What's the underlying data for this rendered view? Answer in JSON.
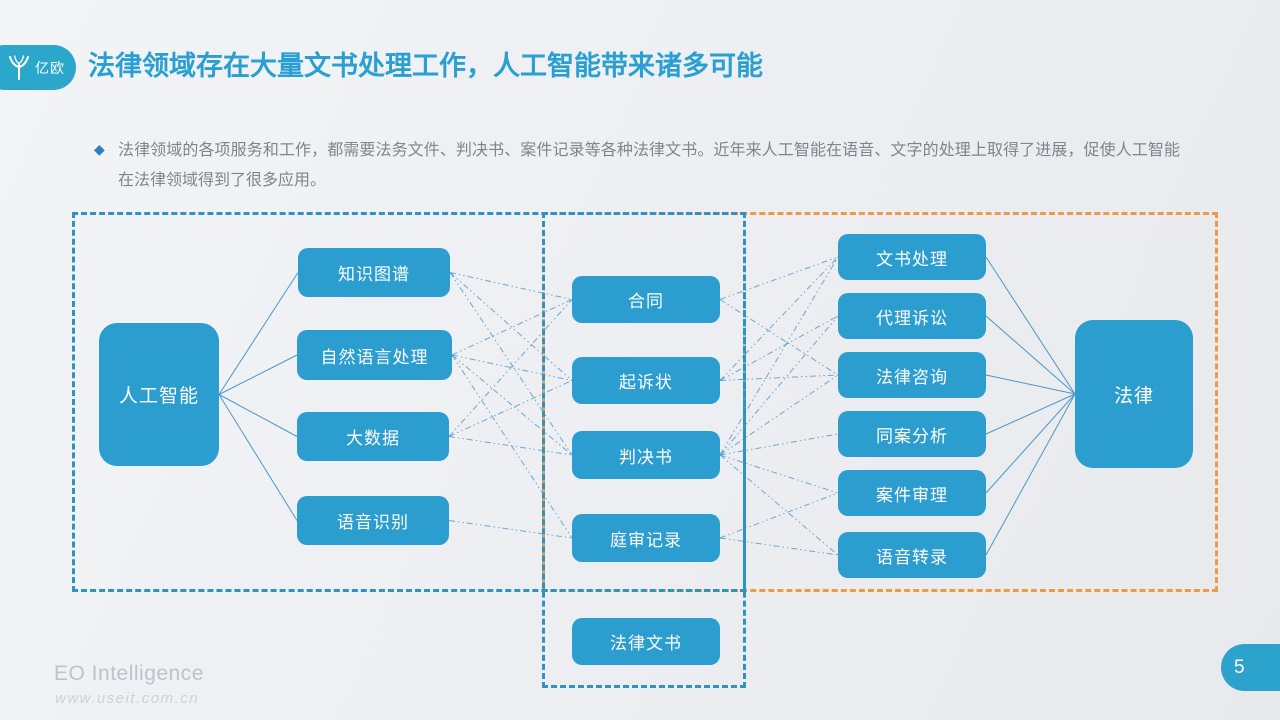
{
  "slide": {
    "logo": {
      "brand": "亿欧"
    },
    "title": "法律领域存在大量文书处理工作，人工智能带来诸多可能",
    "bullet_marker": "◆",
    "bullet": "法律领域的各项服务和工作，都需要法务文件、判决书、案件记录等各种法律文书。近年来人工智能在语音、文字的处理上取得了进展，促使人工智能在法律领域得到了很多应用。",
    "footer": {
      "brand": "EO Intelligence",
      "watermark": "www.useit.com.cn"
    },
    "page_number": "5"
  },
  "colors": {
    "node_blue": "#2b9dcf",
    "dashed_blue": "#2e93c0",
    "dashed_orange": "#ee9a44",
    "title_blue": "#2aa0d2",
    "line_blue": "#4e97c6",
    "bullet_diamond_blue": "#2e80c0",
    "logo_teal": "#2aa7cb"
  },
  "diagram": {
    "source": {
      "label": "人工智能"
    },
    "ai_techs": [
      "知识图谱",
      "自然语言处理",
      "大数据",
      "语音识别"
    ],
    "documents": [
      "合同",
      "起诉状",
      "判决书",
      "庭审记录"
    ],
    "document_category": "法律文书",
    "applications": [
      "文书处理",
      "代理诉讼",
      "法律咨询",
      "同案分析",
      "案件审理",
      "语音转录"
    ],
    "target": {
      "label": "法律"
    },
    "edges": {
      "solid": [
        [
          "ai",
          "tech0"
        ],
        [
          "ai",
          "tech1"
        ],
        [
          "ai",
          "tech2"
        ],
        [
          "ai",
          "tech3"
        ],
        [
          "app0",
          "law"
        ],
        [
          "app1",
          "law"
        ],
        [
          "app2",
          "law"
        ],
        [
          "app3",
          "law"
        ],
        [
          "app4",
          "law"
        ],
        [
          "app5",
          "law"
        ]
      ],
      "dotted": [
        [
          "tech0",
          "doc0"
        ],
        [
          "tech0",
          "doc1"
        ],
        [
          "tech0",
          "doc2"
        ],
        [
          "tech1",
          "doc0"
        ],
        [
          "tech1",
          "doc1"
        ],
        [
          "tech1",
          "doc2"
        ],
        [
          "tech1",
          "doc3"
        ],
        [
          "tech2",
          "doc0"
        ],
        [
          "tech2",
          "doc1"
        ],
        [
          "tech2",
          "doc2"
        ],
        [
          "tech3",
          "doc3"
        ],
        [
          "doc0",
          "app0"
        ],
        [
          "doc0",
          "app2"
        ],
        [
          "doc1",
          "app0"
        ],
        [
          "doc1",
          "app1"
        ],
        [
          "doc1",
          "app2"
        ],
        [
          "doc2",
          "app0"
        ],
        [
          "doc2",
          "app1"
        ],
        [
          "doc2",
          "app2"
        ],
        [
          "doc2",
          "app3"
        ],
        [
          "doc2",
          "app4"
        ],
        [
          "doc2",
          "app5"
        ],
        [
          "doc3",
          "app4"
        ],
        [
          "doc3",
          "app5"
        ]
      ]
    }
  }
}
